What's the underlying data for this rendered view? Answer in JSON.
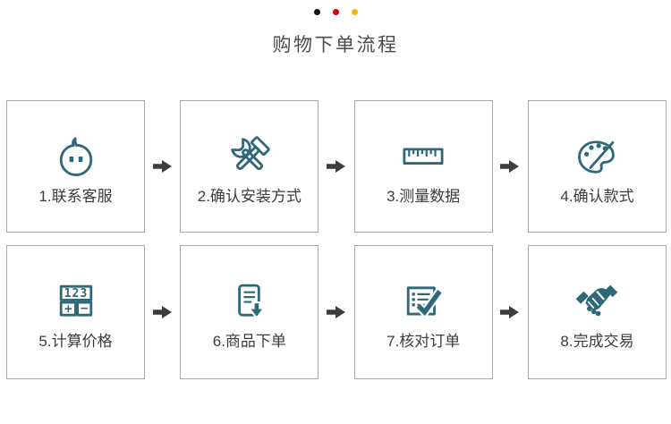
{
  "page": {
    "background": "#ffffff"
  },
  "header": {
    "dots": [
      {
        "name": "black",
        "color": "#141414"
      },
      {
        "name": "red",
        "color": "#d5010f"
      },
      {
        "name": "yellow",
        "color": "#f3b600"
      }
    ],
    "title": "购物下单流程"
  },
  "flow": {
    "accent_color": "#2e6879",
    "arrow_color": "#3d3d3d",
    "border_color": "#a9a9a9",
    "label_color": "#3c3c3c",
    "title_color": "#4c4c4c",
    "rows": [
      {
        "steps": [
          {
            "label": "1.联系客服",
            "icon": "chat-bubble-icon"
          },
          {
            "label": "2.确认安装方式",
            "icon": "tools-icon"
          },
          {
            "label": "3.测量数据",
            "icon": "ruler-icon"
          },
          {
            "label": "4.确认款式",
            "icon": "palette-icon"
          }
        ]
      },
      {
        "steps": [
          {
            "label": "5.计算价格",
            "icon": "calculator-icon"
          },
          {
            "label": "6.商品下单",
            "icon": "order-document-icon"
          },
          {
            "label": "7.核对订单",
            "icon": "checklist-icon"
          },
          {
            "label": "8.完成交易",
            "icon": "handshake-icon"
          }
        ]
      }
    ],
    "calculator_icon": {
      "display": "123",
      "plus": "+",
      "minus": "−"
    }
  }
}
